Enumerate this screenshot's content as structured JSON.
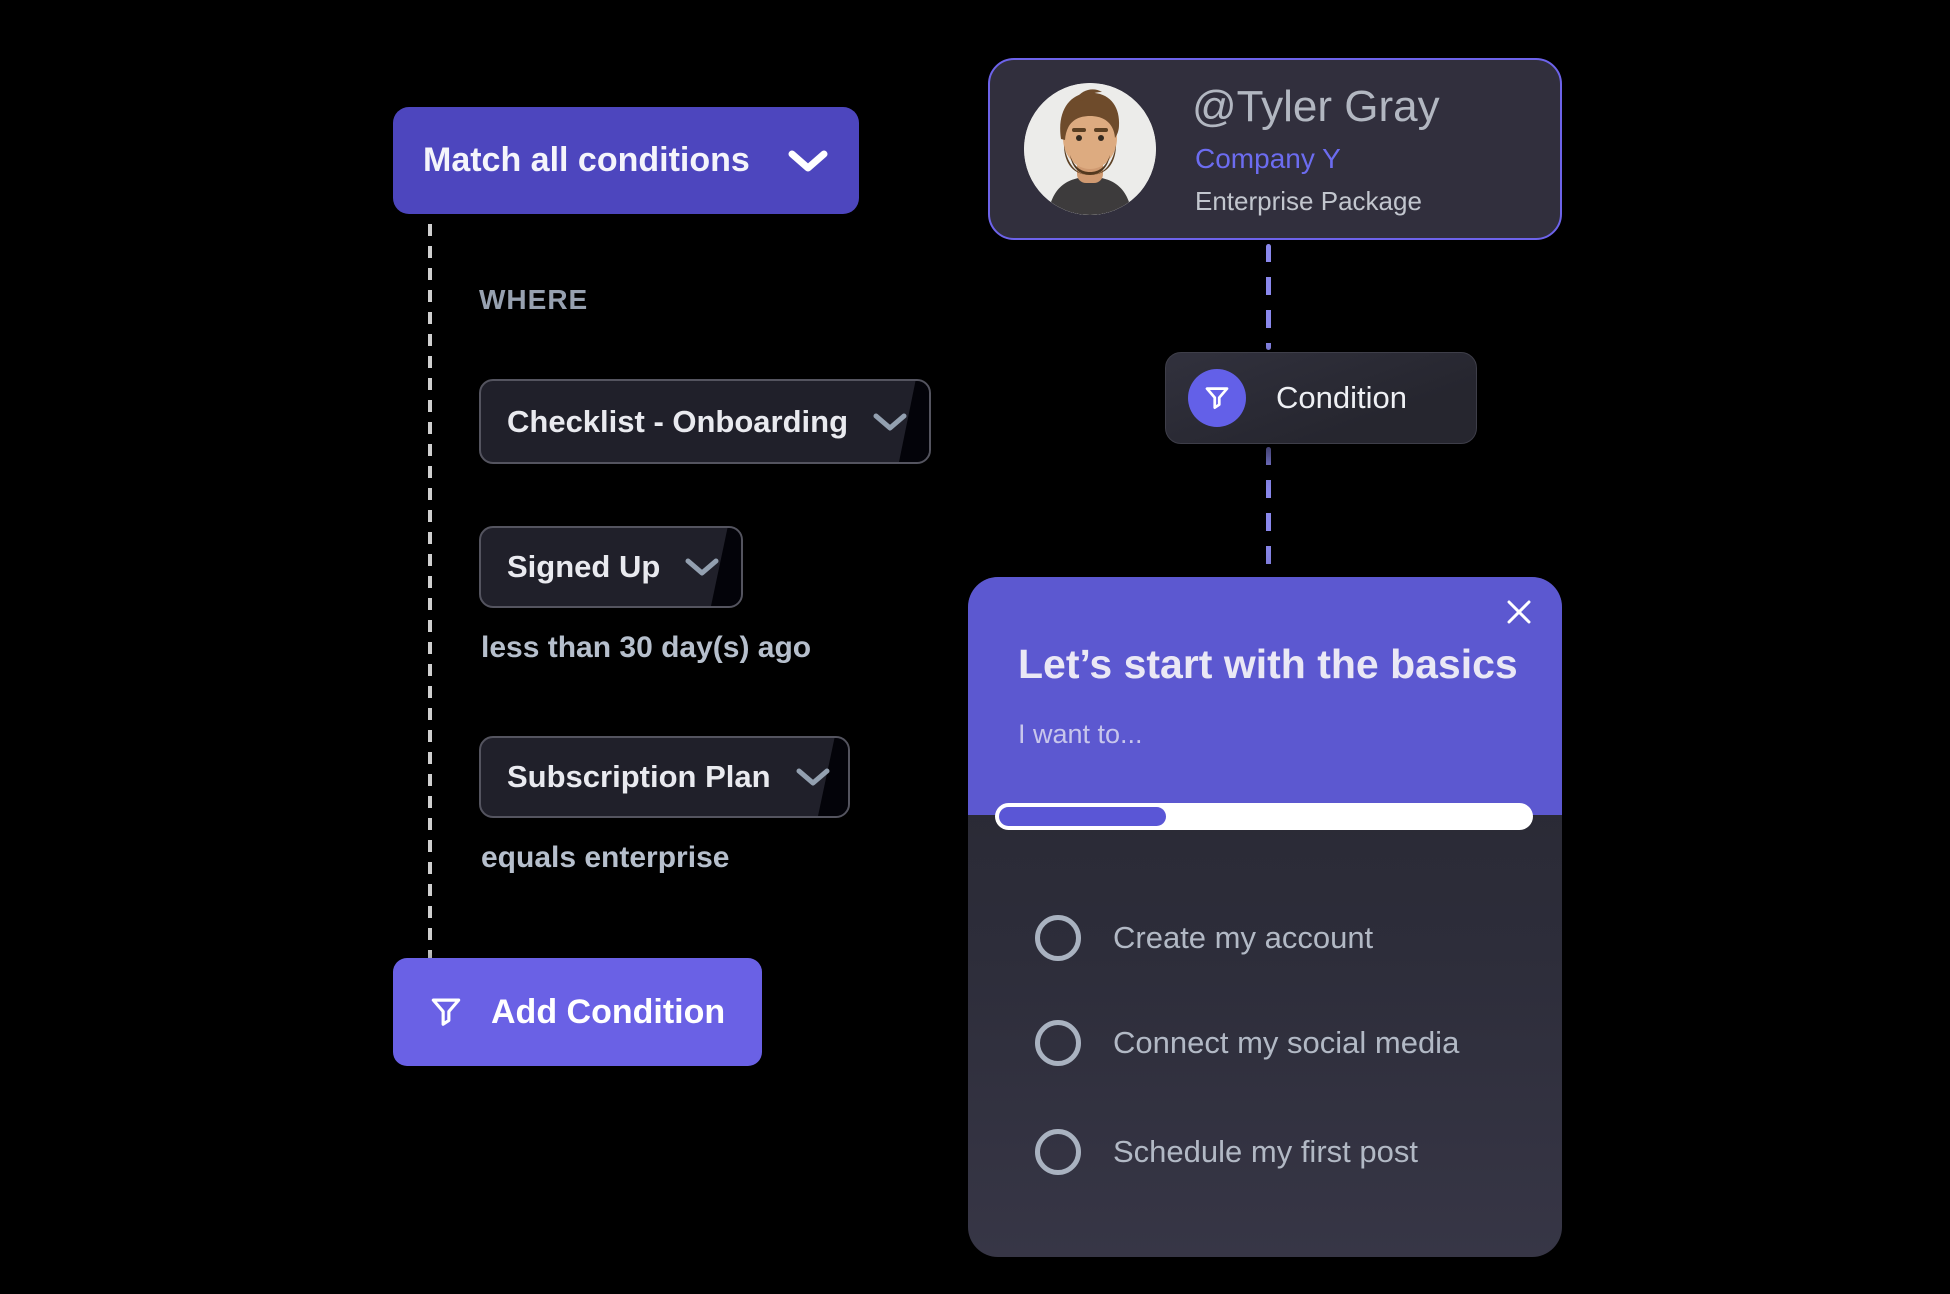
{
  "colors": {
    "background": "#000000",
    "match_button": "#4d46be",
    "add_button": "#6a61e5",
    "accent_icon": "#6360e8",
    "modal_header": "#5c58d0",
    "card_border": "#6d63ea",
    "company_link": "#6c6cf0",
    "dashed_line_gray": "#cfcfcf",
    "dashed_line_purple": "#8a88ec"
  },
  "flow_left": {
    "match_button": {
      "label": "Match all conditions"
    },
    "where_label": "WHERE",
    "conditions": [
      {
        "field": "Checklist - Onboarding"
      },
      {
        "field": "Signed Up",
        "detail": "less than 30 day(s) ago"
      },
      {
        "field": "Subscription Plan",
        "detail": "equals enterprise"
      }
    ],
    "add_condition_button": {
      "label": "Add Condition"
    }
  },
  "flow_right": {
    "user_card": {
      "handle": "@Tyler Gray",
      "company": "Company Y",
      "package": "Enterprise Package",
      "avatar": "tyler-gray-photo"
    },
    "condition_node": {
      "label": "Condition"
    },
    "modal": {
      "title": "Let’s start with the basics",
      "subtitle": "I want to...",
      "progress_percent": 31,
      "options": [
        "Create my account",
        "Connect my social media",
        "Schedule my first post"
      ]
    }
  }
}
